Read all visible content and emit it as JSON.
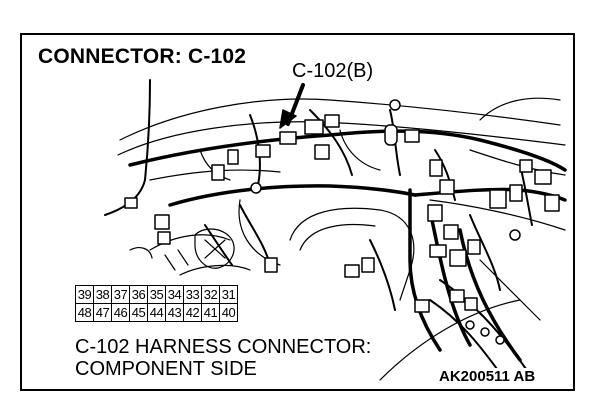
{
  "title": "CONNECTOR: C-102",
  "callout_label": "C-102(B)",
  "connector_pins": {
    "top_row": [
      "39",
      "38",
      "37",
      "36",
      "35",
      "34",
      "33",
      "32",
      "31"
    ],
    "bottom_row": [
      "48",
      "47",
      "46",
      "45",
      "44",
      "43",
      "42",
      "41",
      "40"
    ]
  },
  "caption": {
    "line1": "C-102 HARNESS CONNECTOR:",
    "line2": "COMPONENT SIDE"
  },
  "figure_code": "AK200511 AB"
}
